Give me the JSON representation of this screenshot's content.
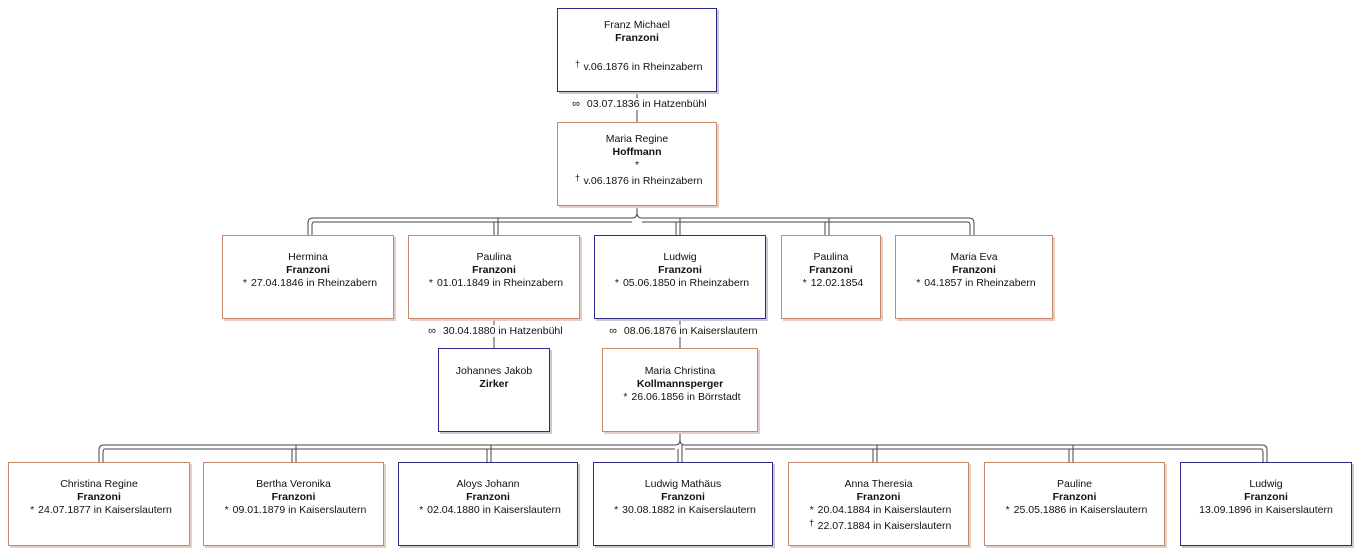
{
  "symbols": {
    "birth": "*",
    "death": "†",
    "marriage": "∞"
  },
  "people": {
    "franz_michael": {
      "given": "Franz Michael",
      "surname": "Franzoni",
      "death": "v.06.1876 in Rheinzabern"
    },
    "maria_regine": {
      "given": "Maria Regine",
      "surname": "Hoffmann",
      "birth": "",
      "death": "v.06.1876 in Rheinzabern"
    },
    "hermina": {
      "given": "Hermina",
      "surname": "Franzoni",
      "birth": "27.04.1846 in Rheinzabern"
    },
    "paulina1": {
      "given": "Paulina",
      "surname": "Franzoni",
      "birth": "01.01.1849 in Rheinzabern"
    },
    "ludwig": {
      "given": "Ludwig",
      "surname": "Franzoni",
      "birth": "05.06.1850 in Rheinzabern"
    },
    "paulina2": {
      "given": "Paulina",
      "surname": "Franzoni",
      "birth": "12.02.1854"
    },
    "maria_eva": {
      "given": "Maria Eva",
      "surname": "Franzoni",
      "birth": "04.1857 in Rheinzabern"
    },
    "johannes_jakob": {
      "given": "Johannes Jakob",
      "surname": "Zirker"
    },
    "maria_christina": {
      "given": "Maria Christina",
      "surname": "Kollmannsperger",
      "birth": "26.06.1856 in Börrstadt"
    },
    "christina_regine": {
      "given": "Christina Regine",
      "surname": "Franzoni",
      "birth": "24.07.1877 in Kaiserslautern"
    },
    "bertha_veronika": {
      "given": "Bertha Veronika",
      "surname": "Franzoni",
      "birth": "09.01.1879 in Kaiserslautern"
    },
    "aloys_johann": {
      "given": "Aloys Johann",
      "surname": "Franzoni",
      "birth": "02.04.1880 in Kaiserslautern"
    },
    "ludwig_mathaus": {
      "given": "Ludwig Mathäus",
      "surname": "Franzoni",
      "birth": "30.08.1882 in Kaiserslautern"
    },
    "anna_theresia": {
      "given": "Anna Theresia",
      "surname": "Franzoni",
      "birth": "20.04.1884 in Kaiserslautern",
      "death": "22.07.1884 in Kaiserslautern"
    },
    "pauline": {
      "given": "Pauline",
      "surname": "Franzoni",
      "birth": "25.05.1886 in Kaiserslautern"
    },
    "ludwig2": {
      "given": "Ludwig",
      "surname": "Franzoni",
      "plain": "13.09.1896 in Kaiserslautern"
    }
  },
  "marriages": {
    "franz_maria": "03.07.1836 in Hatzenbühl",
    "paulina_johannes": "30.04.1880 in Hatzenbühl",
    "ludwig_maria": "08.06.1876 in Kaiserslautern"
  }
}
